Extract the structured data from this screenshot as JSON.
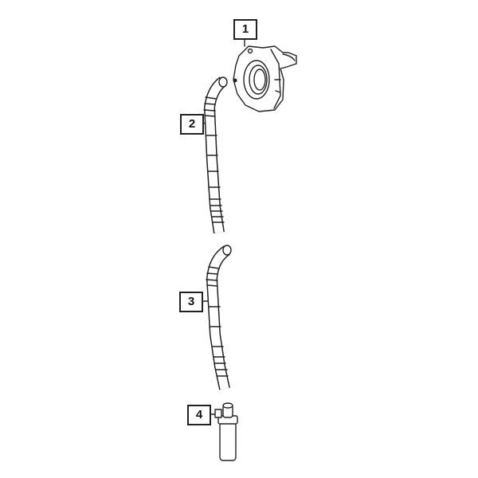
{
  "callouts": [
    {
      "number": "1",
      "part": "oil-pump"
    },
    {
      "number": "2",
      "part": "hose"
    },
    {
      "number": "3",
      "part": "hose"
    },
    {
      "number": "4",
      "part": "connector-tube"
    }
  ],
  "colors": {
    "line": "#222222",
    "background": "#ffffff"
  }
}
